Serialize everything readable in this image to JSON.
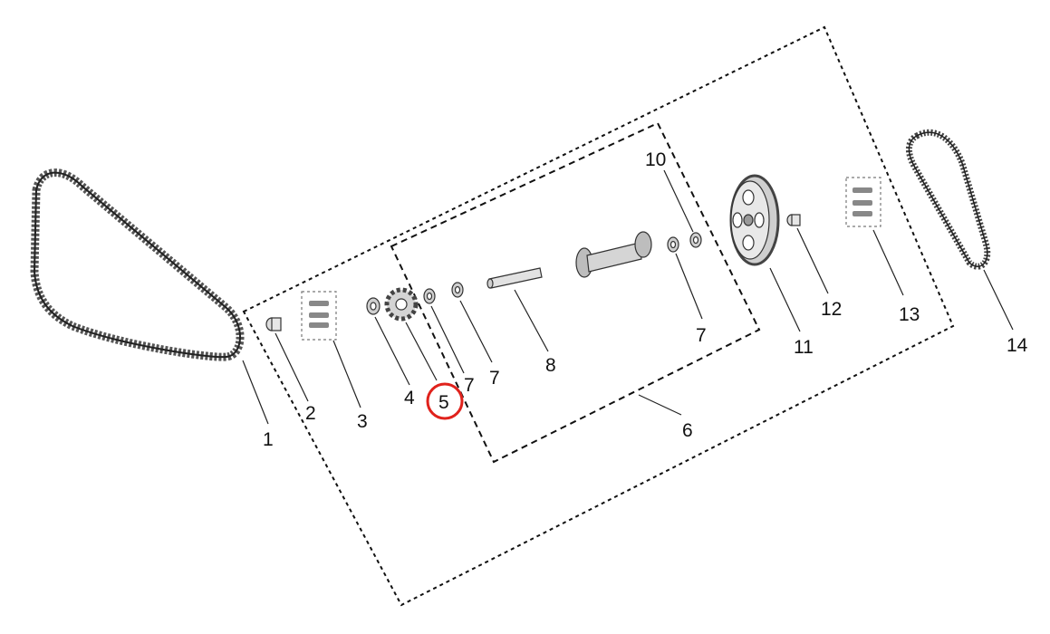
{
  "callouts": [
    {
      "id": "1",
      "label": "1"
    },
    {
      "id": "2",
      "label": "2"
    },
    {
      "id": "3",
      "label": "3"
    },
    {
      "id": "4",
      "label": "4"
    },
    {
      "id": "5",
      "label": "5"
    },
    {
      "id": "7a",
      "label": "7"
    },
    {
      "id": "7b",
      "label": "7"
    },
    {
      "id": "7c",
      "label": "7"
    },
    {
      "id": "8",
      "label": "8"
    },
    {
      "id": "6",
      "label": "6"
    },
    {
      "id": "10",
      "label": "10"
    },
    {
      "id": "11",
      "label": "11"
    },
    {
      "id": "12",
      "label": "12"
    },
    {
      "id": "13",
      "label": "13"
    },
    {
      "id": "14",
      "label": "14"
    }
  ],
  "highlight": {
    "callout": "5",
    "color": "#e0221c"
  }
}
